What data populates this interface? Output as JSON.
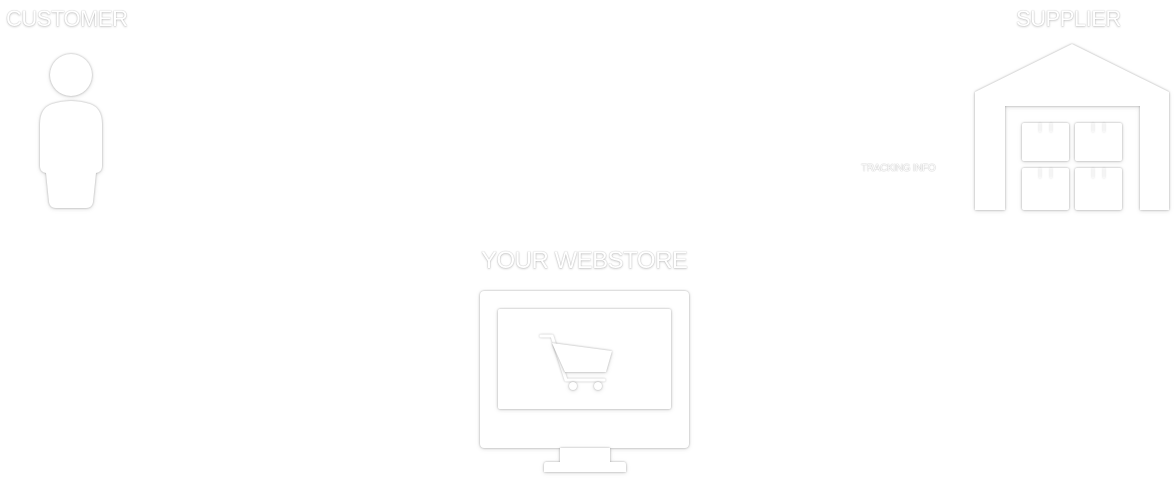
{
  "nodes": {
    "customer": {
      "label": "CUSTOMER",
      "icon": "person-icon"
    },
    "supplier": {
      "label": "SUPPLIER",
      "icon": "warehouse-icon"
    },
    "webstore": {
      "label": "YOUR WEBSTORE",
      "icon": "monitor-cart-icon"
    }
  },
  "edges": {
    "tracking": {
      "label": "TRACKING INFO"
    }
  },
  "colors": {
    "foreground": "#ffffff",
    "background": "#ffffff",
    "outline": "#c8c8c8"
  }
}
